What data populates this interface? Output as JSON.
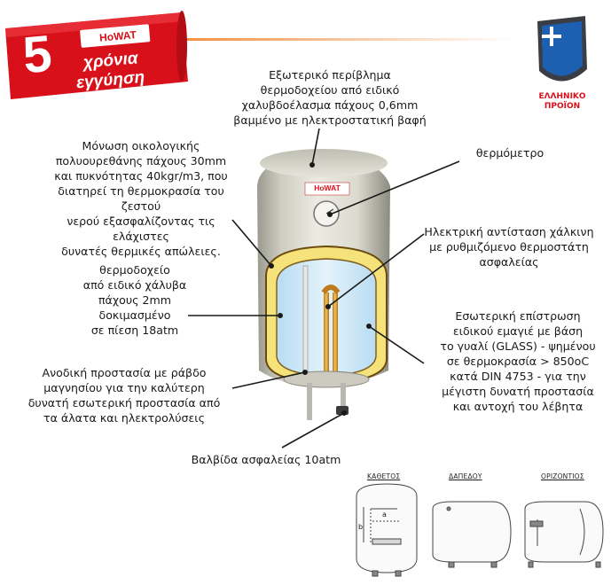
{
  "warranty": {
    "years": "5",
    "line1": "χρόνια",
    "line2": "εγγύηση",
    "brand": "HoWAT"
  },
  "origin_badge": {
    "line1": "ΕΛΛΗΝΙΚΟ",
    "line2": "ΠΡΟΪΟΝ"
  },
  "callouts": {
    "outer_casing": "Εξωτερικό περίβλημα\nθερμοδοχείου από ειδικό\nχαλυβδοέλασμα πάχους 0,6mm\nβαμμένο με ηλεκτροστατική βαφή",
    "thermometer": "θερμόμετρο",
    "insulation": "Μόνωση οικολογικής\nπολυουρεθάνης πάχους 30mm\nκαι πυκνότητας 40kgr/m3, που\nδιατηρεί τη θερμοκρασία του ζεστού\nνερού εξασφαλίζοντας τις ελάχιστες\nδυνατές θερμικές απώλειες.",
    "heater": "Ηλεκτρική αντίσταση χάλκινη\nμε ρυθμιζόμενο θερμοστάτη\nασφαλείας",
    "tank": "θερμοδοχείο\nαπό ειδικό χάλυβα\nπάχους 2mm\nδοκιμασμένο\nσε πίεση 18atm",
    "glass_coating": "Εσωτερική επίστρωση\nειδικού εμαγιέ με βάση\nτο γυαλί (GLASS) - ψημένου\nσε θερμοκρασία > 850oC\nκατά DIN 4753 - για την\nμέγιστη δυνατή προστασία\nκαι αντοχή του λέβητα",
    "anode": "Ανοδική προστασία με ράβδο\nμαγνησίου για την καλύτερη\nδυνατή εσωτερική προστασία από\nτα άλατα και ηλεκτρολύσεις",
    "valve": "Βαλβίδα ασφαλείας 10atm"
  },
  "heater_brand": "HoWAT",
  "orientations": {
    "vertical": "ΚΑΘΕΤΟΣ",
    "floor": "ΔΑΠΕΔΟΥ",
    "horizontal": "ΟΡΙΖΟΝΤΙΟΣ",
    "dim_a": "a",
    "dim_b": "b"
  },
  "colors": {
    "accent_red": "#d8101a",
    "accent_orange": "#f08a3a",
    "insulation_yellow": "#f5e27a",
    "tank_blue": "#cfe8f7"
  }
}
